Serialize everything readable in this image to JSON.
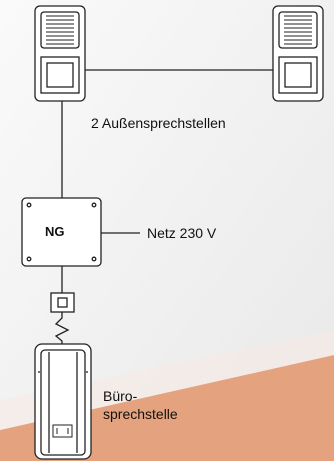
{
  "labels": {
    "outdoor_stations": "2  Außensprechstellen",
    "power_supply": "NG",
    "mains": "Netz 230 V",
    "office_station_line1": "Büro-",
    "office_station_line2": "sprechstelle"
  },
  "colors": {
    "background": "#f2f2f2",
    "accent_wedge": "#e5a27f",
    "line": "#222222"
  },
  "icons": [
    "door-station-icon",
    "power-supply-icon",
    "connector-icon",
    "spiral-cord-icon",
    "handset-icon"
  ]
}
